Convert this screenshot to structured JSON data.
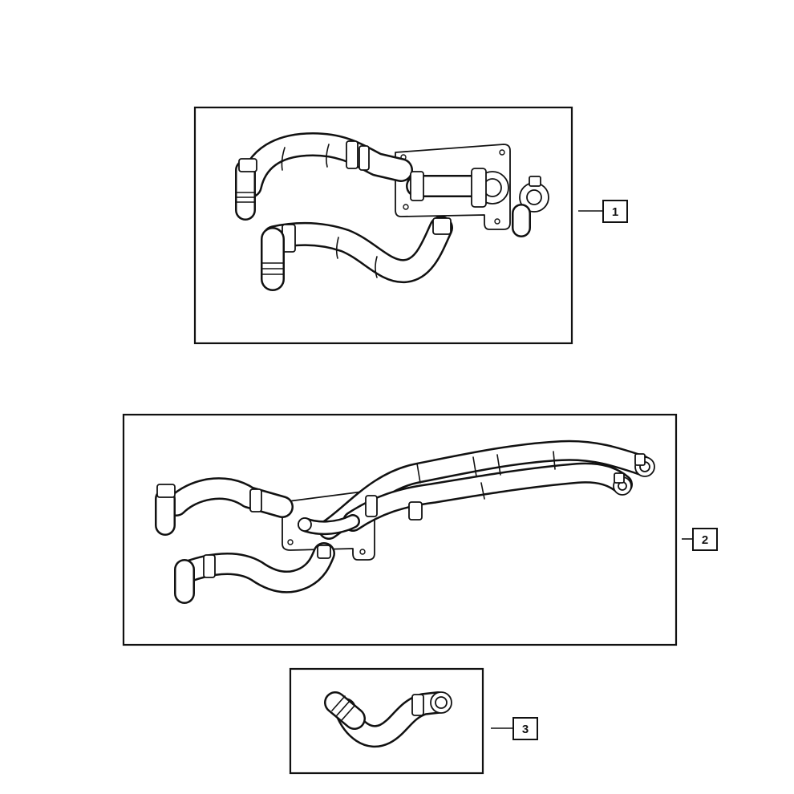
{
  "callouts": [
    {
      "number": "1"
    },
    {
      "number": "2"
    },
    {
      "number": "3"
    }
  ],
  "colors": {
    "line": "#111111",
    "background": "#ffffff"
  }
}
